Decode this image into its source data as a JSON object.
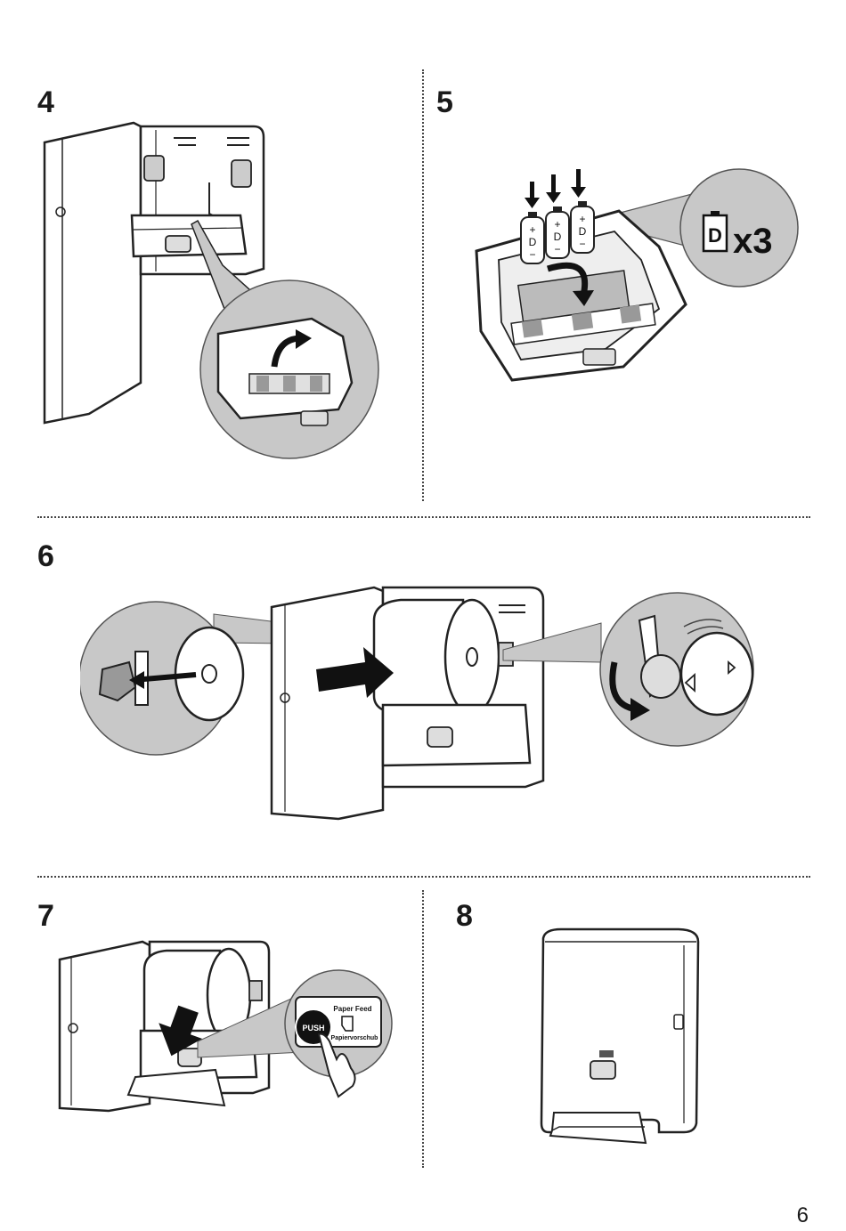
{
  "steps": [
    {
      "number": "4"
    },
    {
      "number": "5"
    },
    {
      "number": "6"
    },
    {
      "number": "7"
    },
    {
      "number": "8"
    }
  ],
  "battery": {
    "type_label": "D",
    "count_label": "x3",
    "polarity_plus": "+",
    "polarity_minus": "−"
  },
  "paper_feed": {
    "button_label": "PUSH",
    "label_en": "Paper Feed",
    "label_de": "Papiervorschub"
  },
  "page_number": "6"
}
